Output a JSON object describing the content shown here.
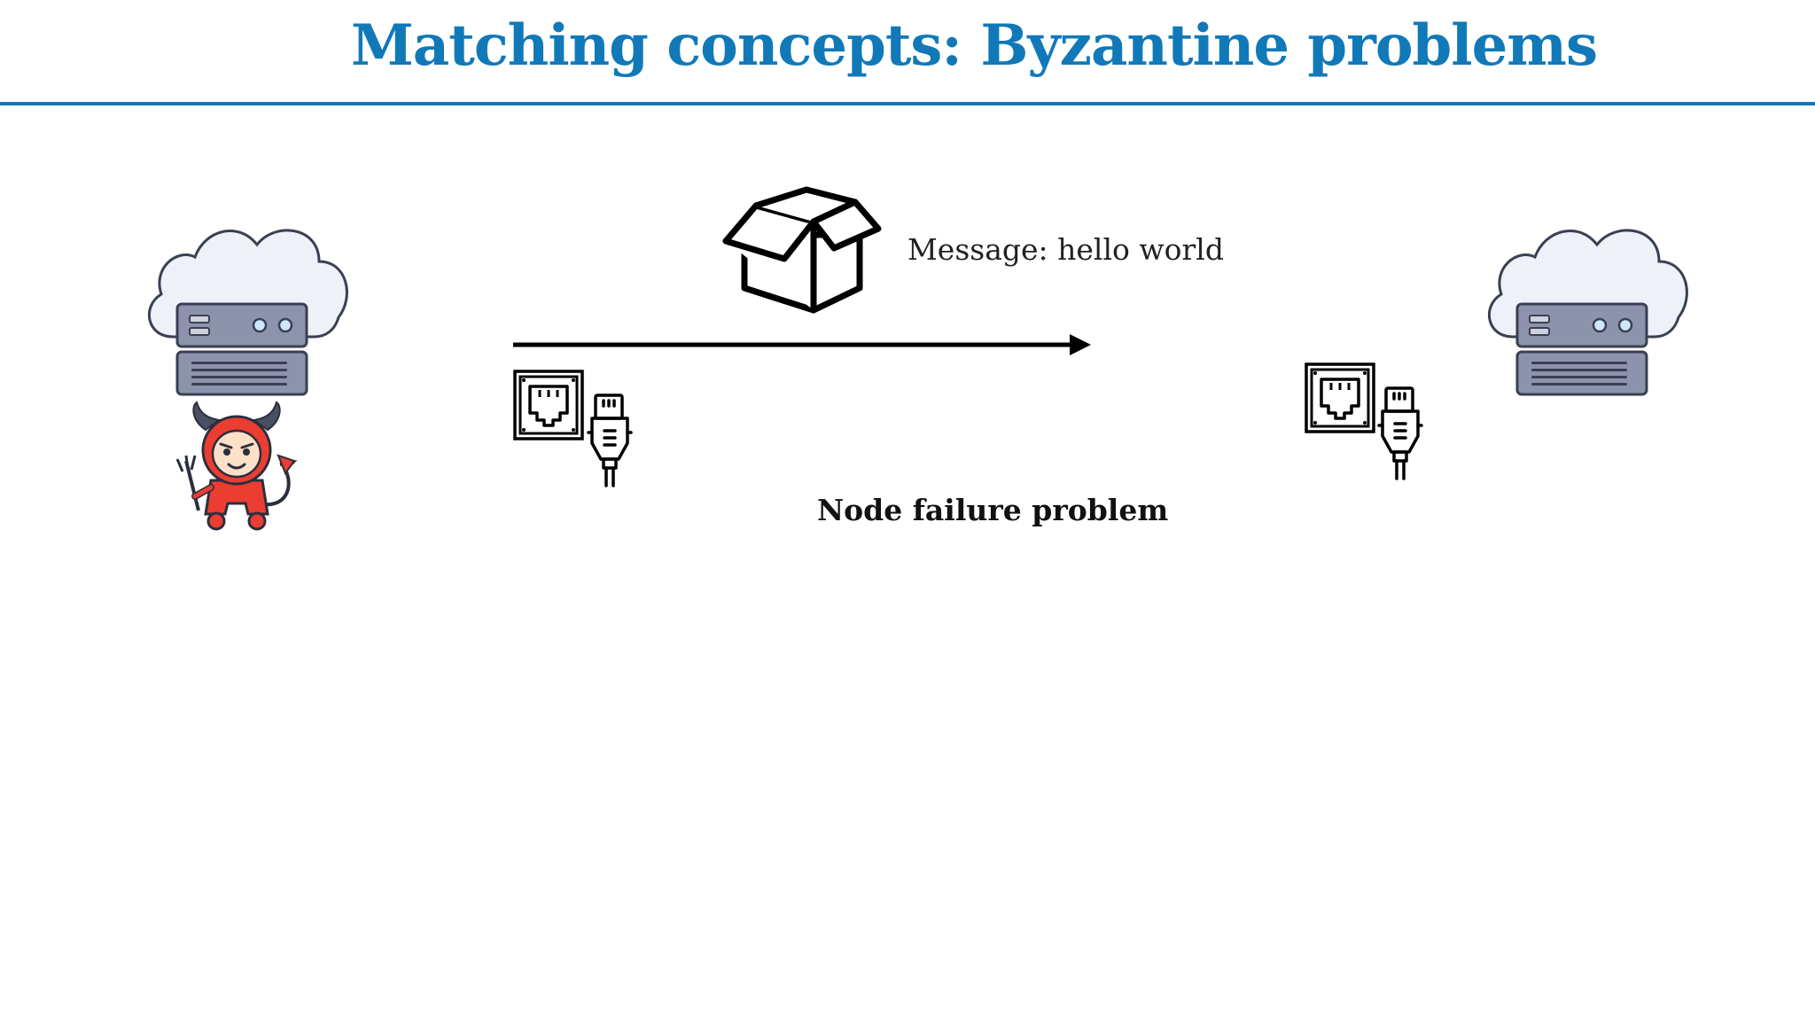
{
  "slide": {
    "title": "Matching concepts: Byzantine problems",
    "message_label": "Message: hello world",
    "caption": "Node failure problem"
  },
  "colors": {
    "title": "#1179b8",
    "rule": "#1179b8",
    "cloud_fill": "#eef1f8",
    "cloud_stroke": "#3b3f52",
    "server_fill": "#8e93ad",
    "server_stroke": "#3b3f52",
    "led": "#cfe6ff",
    "devil_red": "#ec3d32",
    "devil_skin": "#fde0c8",
    "devil_horn": "#4a4f63"
  },
  "icons": {
    "sender": "cloud-server-icon",
    "attacker": "devil-icon",
    "message": "open-box-icon",
    "receiver": "cloud-server-icon",
    "left_port": "ethernet-port-icon",
    "left_plug": "ethernet-plug-icon",
    "right_port": "ethernet-port-icon",
    "right_plug": "ethernet-plug-icon"
  }
}
